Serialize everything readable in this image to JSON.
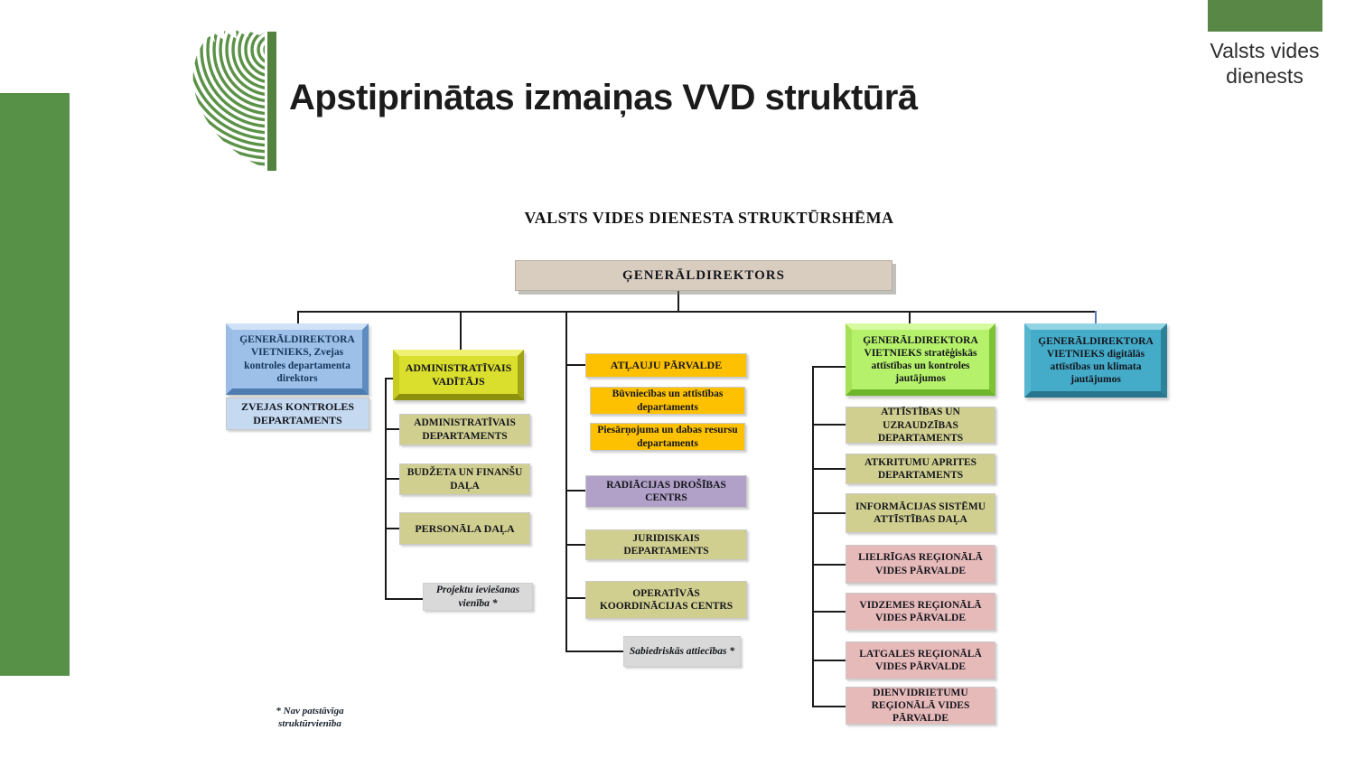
{
  "header": {
    "title": "Apstiprinātas izmaiņas VVD struktūrā",
    "brand_name": "Valsts vides dienests",
    "logo": "fingerprint-leaf-icon"
  },
  "chart": {
    "title": "VALSTS VIDES DIENESTA STRUKTŪRSHĒMA",
    "footnote": "* Nav patstāvīga struktūrvienība",
    "root": {
      "label": "ĢENERĀLDIREKTORS",
      "color": "#d9cdc0"
    },
    "nodes": {
      "deputy_fisheries": {
        "label": "ĢENERĀLDIREKTORA VIETNIEKS, Zvejas kontroles departamenta direktors",
        "color": "#9cc0e8",
        "kind": "bevel-blue"
      },
      "zvejas_dept": {
        "label": "ZVEJAS KONTROLES DEPARTAMENTS",
        "color": "#c5d9f1",
        "kind": "flat"
      },
      "admin_head": {
        "label": "ADMINISTRATĪVAIS VADĪTĀJS",
        "color": "#dade2c",
        "kind": "bevel-yellow"
      },
      "admin_dept": {
        "label": "ADMINISTRATĪVAIS DEPARTAMENTS",
        "color": "#d1cf90",
        "kind": "flat"
      },
      "budget": {
        "label": "BUDŽETA UN FINANŠU DAĻA",
        "color": "#d1cf90",
        "kind": "flat"
      },
      "personnel": {
        "label": "PERSONĀLA DAĻA",
        "color": "#d1cf90",
        "kind": "flat"
      },
      "projects": {
        "label": "Projektu ieviešanas vienība *",
        "color": "#d9d9d9",
        "kind": "note"
      },
      "atlauju": {
        "label": "ATĻAUJU PĀRVALDE",
        "color": "#fec101",
        "kind": "flat"
      },
      "buvniecibas": {
        "label": "Būvniecības un attīstības departaments",
        "color": "#fec101",
        "kind": "flat"
      },
      "piesarnojuma": {
        "label": "Piesārņojuma un dabas resursu departaments",
        "color": "#fec101",
        "kind": "flat"
      },
      "radiacijas": {
        "label": "RADIĀCIJAS DROŠĪBAS CENTRS",
        "color": "#b1a0c7",
        "kind": "flat"
      },
      "juridiskais": {
        "label": "JURIDISKAIS DEPARTAMENTS",
        "color": "#d1cf90",
        "kind": "flat"
      },
      "operativas": {
        "label": "OPERATĪVĀS KOORDINĀCIJAS CENTRS",
        "color": "#d1cf90",
        "kind": "flat"
      },
      "sabiedriskas": {
        "label": "Sabiedriskās attiecības *",
        "color": "#d9d9d9",
        "kind": "note"
      },
      "deputy_strategic": {
        "label": "ĢENERĀLDIREKTORA VIETNIEKS stratēģiskās attīstības un kontroles jautājumos",
        "color": "#b5f16a",
        "kind": "bevel-green"
      },
      "attistibas": {
        "label": "ATTĪSTĪBAS UN UZRAUDZĪBAS DEPARTAMENTS",
        "color": "#d1cf90",
        "kind": "flat"
      },
      "atkritumu": {
        "label": "ATKRITUMU APRITES DEPARTAMENTS",
        "color": "#d1cf90",
        "kind": "flat"
      },
      "informacijas": {
        "label": "INFORMĀCIJAS SISTĒMU ATTĪSTĪBAS DAĻA",
        "color": "#d1cf90",
        "kind": "flat"
      },
      "lielrigas": {
        "label": "LIELRĪGAS REĢIONĀLĀ VIDES PĀRVALDE",
        "color": "#e7baba",
        "kind": "flat"
      },
      "vidzemes": {
        "label": "VIDZEMES REĢIONĀLĀ VIDES PĀRVALDE",
        "color": "#e7baba",
        "kind": "flat"
      },
      "latgales": {
        "label": "LATGALES REĢIONĀLĀ VIDES PĀRVALDE",
        "color": "#e7baba",
        "kind": "flat"
      },
      "dienvidrietumu": {
        "label": "DIENVIDRIETUMU REĢIONĀLĀ VIDES PĀRVALDE",
        "color": "#e7baba",
        "kind": "flat"
      },
      "deputy_digital": {
        "label": "ĢENERĀLDIREKTORA VIETNIEKS digitālās attīstības un klimata jautājumos",
        "color": "#44abc9",
        "kind": "bevel-teal"
      }
    }
  },
  "palette": {
    "accent_green_bar": "#579047",
    "brand_rect_green": "#598745",
    "logo_green": "#5b9247",
    "root_beige": "#d9cdc0",
    "blue_3d": "#9cc0e8",
    "light_blue": "#c5d9f1",
    "yellow_3d": "#dade2c",
    "khaki": "#d1cf90",
    "gold": "#fec101",
    "purple": "#b1a0c7",
    "pink": "#e7baba",
    "green_3d": "#b5f16a",
    "teal_3d": "#44abc9",
    "gray_note": "#d9d9d9",
    "connector_black": "#1a1a1a",
    "connector_blue": "#5b7cb8"
  }
}
